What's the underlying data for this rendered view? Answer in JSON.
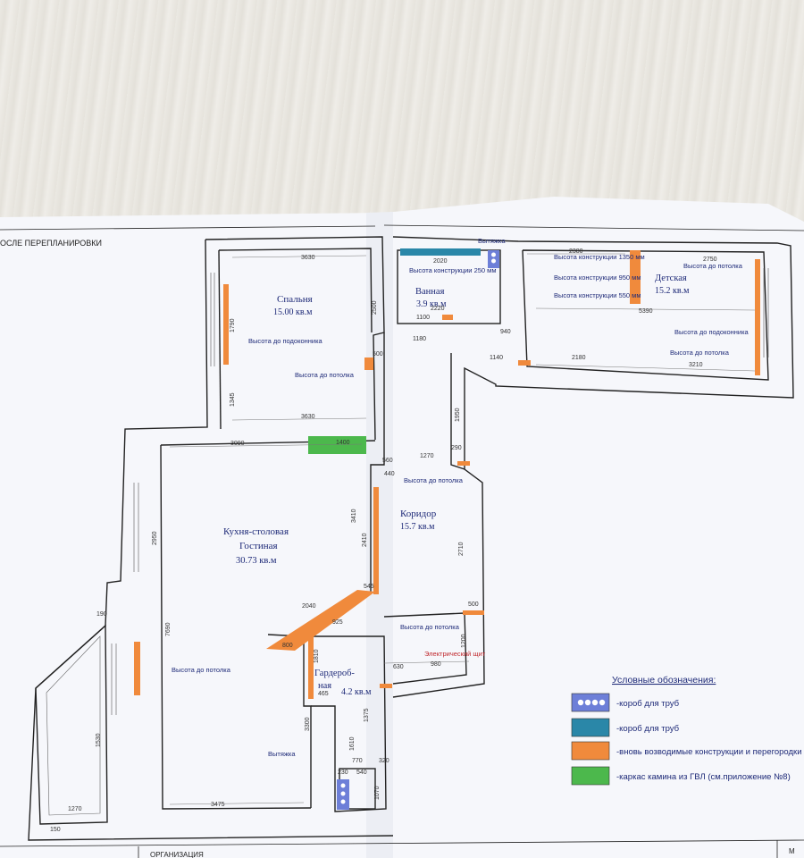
{
  "sheet_title": "ОСЛЕ ПЕРЕПЛАНИРОВКИ",
  "rooms": [
    {
      "name": "Спальня",
      "area": "15.00 кв.м"
    },
    {
      "name": "Ванная",
      "area": "3.9 кв.м"
    },
    {
      "name": "Детская",
      "area": "15.2 кв.м"
    },
    {
      "name": "Кухня-столовая",
      "name2": "Гостиная",
      "area": "30.73 кв.м"
    },
    {
      "name": "Коридор",
      "area": "15.7 кв.м"
    },
    {
      "name": "Гардероб-",
      "name2": "ная",
      "area": "4.2 кв.м"
    }
  ],
  "annotations": {
    "vytyazhka_top": "Вытяжка",
    "vytyazhka_kitchen": "Вытяжка",
    "sill_height": "Высота до подоконника",
    "ceiling_height": "Высота до потолка",
    "structure_height_250": "Высота конструкции 250 мм",
    "structure_height_1350": "Высота конструкции 1350 мм",
    "structure_height_950": "Высота конструкции 950 мм",
    "structure_height_550": "Высота конструкции 550 мм",
    "electric_panel": "Электрический щит"
  },
  "dimensions": {
    "d3630a": "3630",
    "d3630b": "3630",
    "d3090": "3090",
    "d1400": "1400",
    "d2020": "2020",
    "d2220": "2220",
    "d1100": "1100",
    "d1180": "1180",
    "d2380": "2380",
    "d2750": "2750",
    "d5390": "5390",
    "d3210": "3210",
    "d2180": "2180",
    "d1140": "1140",
    "d940": "940",
    "d1270": "1270",
    "d3410": "3410",
    "d2410": "2410",
    "d2710": "2710",
    "d1950": "1950",
    "d7690": "7690",
    "d3475": "3475",
    "d3300": "3300",
    "d2040": "2040",
    "d925": "925",
    "d800": "800",
    "d465": "465",
    "d1610": "1610",
    "d1375": "1375",
    "d1810": "1810",
    "d980": "980",
    "d630": "630",
    "d1530": "1530",
    "d2950": "2950",
    "d1270b": "1270",
    "d150": "150",
    "d190": "190",
    "d2500": "2500",
    "d1790": "1790",
    "d1345": "1345",
    "d500a": "500",
    "d500b": "500",
    "d290": "290",
    "d440": "440",
    "d560": "560",
    "d545": "545",
    "d770": "770",
    "d540": "540",
    "d230": "230",
    "d320": "320",
    "d1070": "1070",
    "d1200": "1200"
  },
  "legend": {
    "title": "Условные обозначения:",
    "items": [
      {
        "label": "-короб для труб",
        "color": "#6d7fd8",
        "icon": "circles-pipe-box"
      },
      {
        "label": "-короб для труб",
        "color": "#2a87a8",
        "icon": "teal-box"
      },
      {
        "label": "-вновь возводимые конструкции и перегородки",
        "color": "#f08a3c",
        "icon": "orange-box"
      },
      {
        "label": "-каркас камина из ГВЛ (см.приложение №8)",
        "color": "#4cb84c",
        "icon": "green-box"
      }
    ]
  },
  "title_block": {
    "org": "ОРГАНИЗАЦИЯ",
    "corner": "М"
  },
  "colors": {
    "new_partitions": "#f08a3c",
    "fireplace_frame": "#4cb84c",
    "pipe_box_teal": "#2a87a8",
    "pipe_box_circles": "#6d7fd8",
    "room_text": "#1e2a78"
  }
}
